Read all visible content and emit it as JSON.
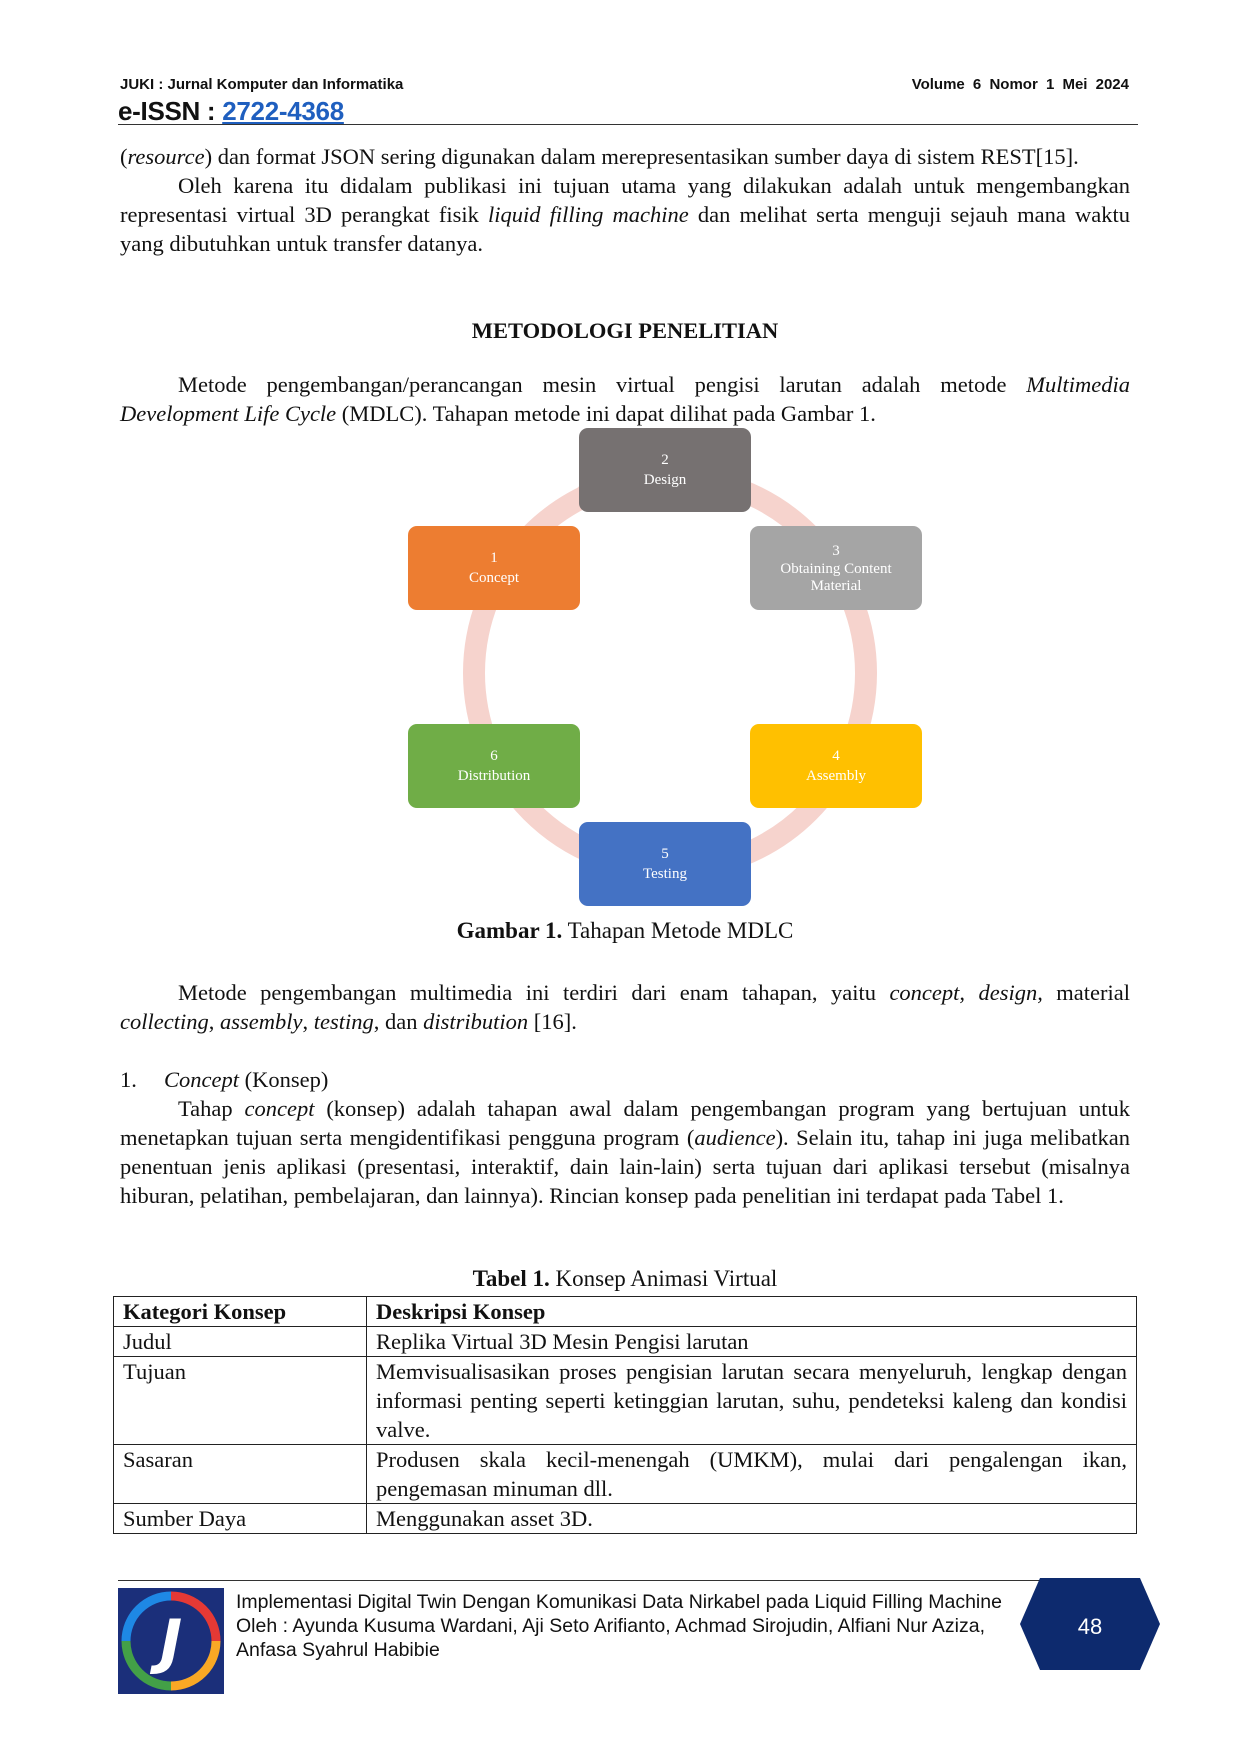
{
  "header": {
    "journal": "JUKI : Jurnal Komputer dan Informatika",
    "volume": "Volume 6 Nomor 1 Mei 2024",
    "issn_label": "e-ISSN : ",
    "issn_number": "2722-4368"
  },
  "para1": {
    "resource": "resource",
    "rest": "dan format JSON sering digunakan dalam merepresentasikan sumber daya di sistem REST[15]."
  },
  "para2": {
    "a": "Oleh karena itu didalam publikasi ini tujuan utama yang dilakukan adalah untuk mengembangkan representasi virtual 3D perangkat fisik",
    "italic": "liquid filling machine",
    "b": "dan melihat serta menguji sejauh mana waktu yang dibutuhkan untuk transfer datanya."
  },
  "heading": "METODOLOGI PENELITIAN",
  "para3": {
    "a": "Metode pengembangan/perancangan mesin virtual pengisi larutan adalah metode",
    "italic": "Multimedia Development Life Cycle",
    "b": "(MDLC). Tahapan metode ini dapat dilihat pada Gambar 1."
  },
  "diagram": {
    "stages": [
      {
        "num": "1",
        "label": "Concept",
        "color": "#ed7d31"
      },
      {
        "num": "2",
        "label": "Design",
        "color": "#767171"
      },
      {
        "num": "3",
        "label": "Obtaining Content Material",
        "color": "#a5a5a5"
      },
      {
        "num": "4",
        "label": "Assembly",
        "color": "#ffc000"
      },
      {
        "num": "5",
        "label": "Testing",
        "color": "#4472c4"
      },
      {
        "num": "6",
        "label": "Distribution",
        "color": "#70ad47"
      }
    ],
    "arrow_color": "#f4cccc"
  },
  "figure_caption": {
    "bold": "Gambar 1.",
    "text": "Tahapan Metode MDLC"
  },
  "para4": {
    "a": "Metode pengembangan multimedia ini terdiri dari enam tahapan, yaitu",
    "i1": "concept, design,",
    "b": "material",
    "i2": "collecting",
    "c": ",",
    "i3": "assembly",
    "d": ",",
    "i4": "testing",
    "e": ", dan",
    "i5": "distribution",
    "f": "[16]."
  },
  "section1": {
    "num": "1.",
    "italic": "Concept",
    "rest": "(Konsep)"
  },
  "para5": {
    "a": "Tahap",
    "i1": "concept",
    "b": "(konsep) adalah tahapan awal dalam pengembangan program yang bertujuan untuk menetapkan tujuan serta mengidentifikasi pengguna program (",
    "i2": "audience",
    "c": "). Selain itu, tahap ini juga melibatkan penentuan jenis aplikasi (presentasi, interaktif, dain lain-lain) serta tujuan dari aplikasi tersebut (misalnya hiburan, pelatihan, pembelajaran, dan lainnya). Rincian konsep pada penelitian ini terdapat pada Tabel 1."
  },
  "table_caption": {
    "bold": "Tabel 1.",
    "text": "Konsep Animasi Virtual"
  },
  "table": {
    "headers": [
      "Kategori Konsep",
      "Deskripsi Konsep"
    ],
    "rows": [
      [
        "Judul",
        "Replika Virtual 3D Mesin Pengisi larutan"
      ],
      [
        "Tujuan",
        "Memvisualisasikan proses pengisian larutan secara menyeluruh, lengkap dengan informasi penting seperti ketinggian larutan, suhu, pendeteksi kaleng dan kondisi valve."
      ],
      [
        "Sasaran",
        "Produsen skala kecil-menengah (UMKM), mulai dari pengalengan ikan, pengemasan minuman dll."
      ],
      [
        "Sumber Daya",
        "Menggunakan asset 3D."
      ]
    ]
  },
  "footer": {
    "title": "Implementasi Digital Twin Dengan Komunikasi Data Nirkabel pada Liquid Filling Machine",
    "authors": "Oleh : Ayunda Kusuma Wardani, Aji Seto Arifianto, Achmad Sirojudin, Alfiani Nur Aziza, Anfasa Syahrul Habibie",
    "page": "48",
    "logo_letter": "J",
    "badge_color": "#0d2a6e"
  }
}
